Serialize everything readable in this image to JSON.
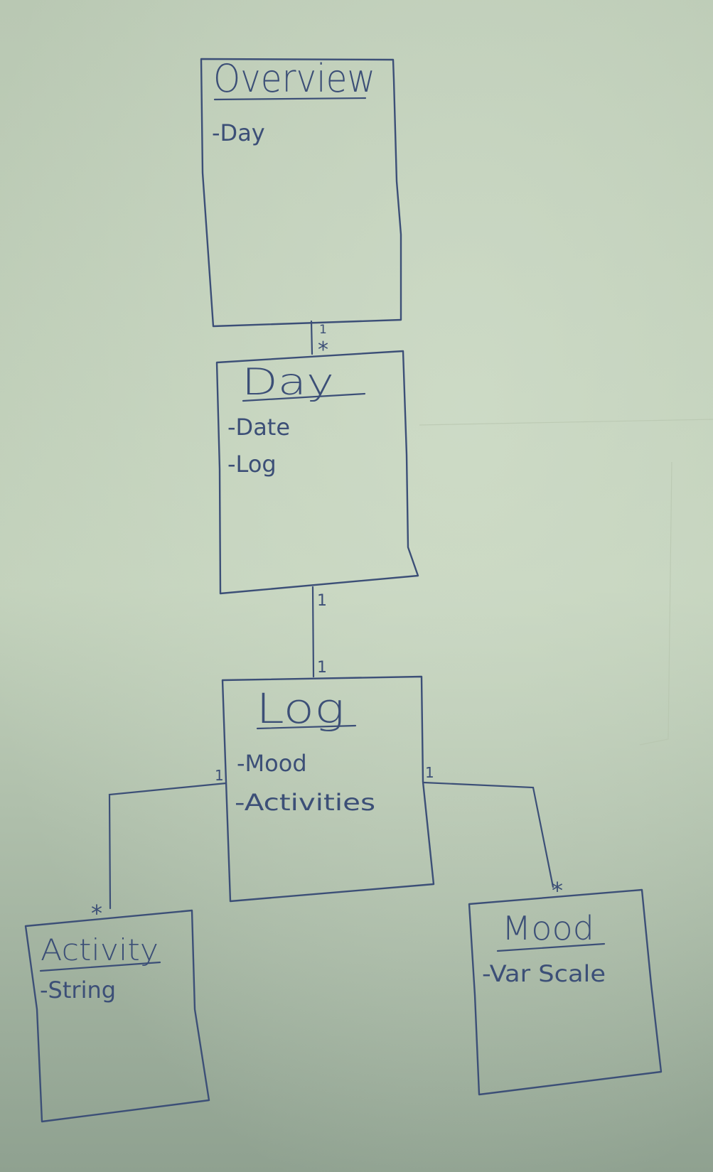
{
  "diagram": {
    "classes": {
      "overview": {
        "name": "Overview",
        "attributes": [
          "-Day"
        ]
      },
      "day": {
        "name": "Day",
        "attributes": [
          "-Date",
          "-Log"
        ]
      },
      "log": {
        "name": "Log",
        "attributes": [
          "-Mood",
          "-Activities"
        ]
      },
      "activity": {
        "name": "Activity",
        "attributes": [
          "-String"
        ]
      },
      "mood": {
        "name": "Mood",
        "attributes": [
          "-Var Scale"
        ]
      }
    },
    "associations": {
      "overview_day": {
        "from_mult": "1",
        "to_mult": "*"
      },
      "day_log": {
        "from_mult": "1",
        "to_mult": "1"
      },
      "log_activity": {
        "from_mult": "1",
        "to_mult": "*"
      },
      "log_mood": {
        "from_mult": "1",
        "to_mult": "*"
      }
    }
  },
  "colors": {
    "ink": "#3c4f77",
    "paper_light": "#c3d2bc",
    "paper_dark": "#8ea090"
  }
}
